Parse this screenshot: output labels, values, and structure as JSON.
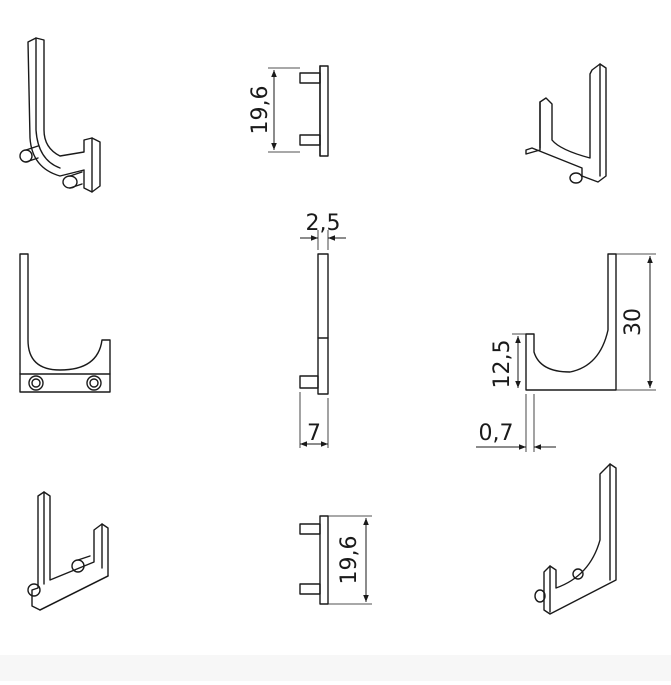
{
  "dimensions": {
    "height_top": "19,6",
    "thickness": "2,5",
    "total_height": "30",
    "peg_height": "12,5",
    "depth": "7",
    "offset": "0,7",
    "height_bottom": "19,6"
  },
  "colors": {
    "line": "#1a1a1a",
    "background": "#ffffff",
    "footer": "#f7f7f7"
  }
}
